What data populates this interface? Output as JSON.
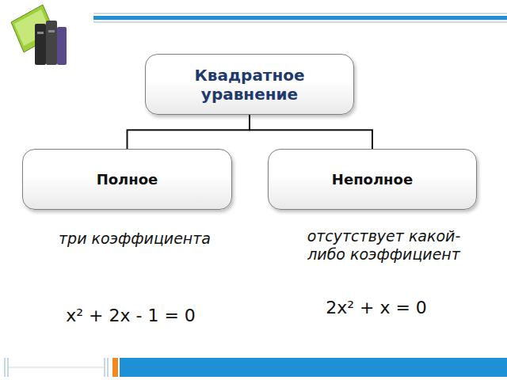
{
  "diagram": {
    "nodes": [
      {
        "text": [
          "Квадратное уравнение"
        ]
      },
      {
        "text": [
          "Полное"
        ]
      },
      {
        "text": [
          "Неполное"
        ]
      }
    ],
    "edges": [
      {
        "from": 0,
        "to": 1,
        "arrow": "none"
      },
      {
        "from": 0,
        "to": 2,
        "arrow": "none"
      }
    ],
    "labels": [
      "три коэффициента",
      "x² + 2x - 1 = 0",
      "отсутствует какой-либо коэффициент",
      "2x² + x = 0"
    ]
  }
}
